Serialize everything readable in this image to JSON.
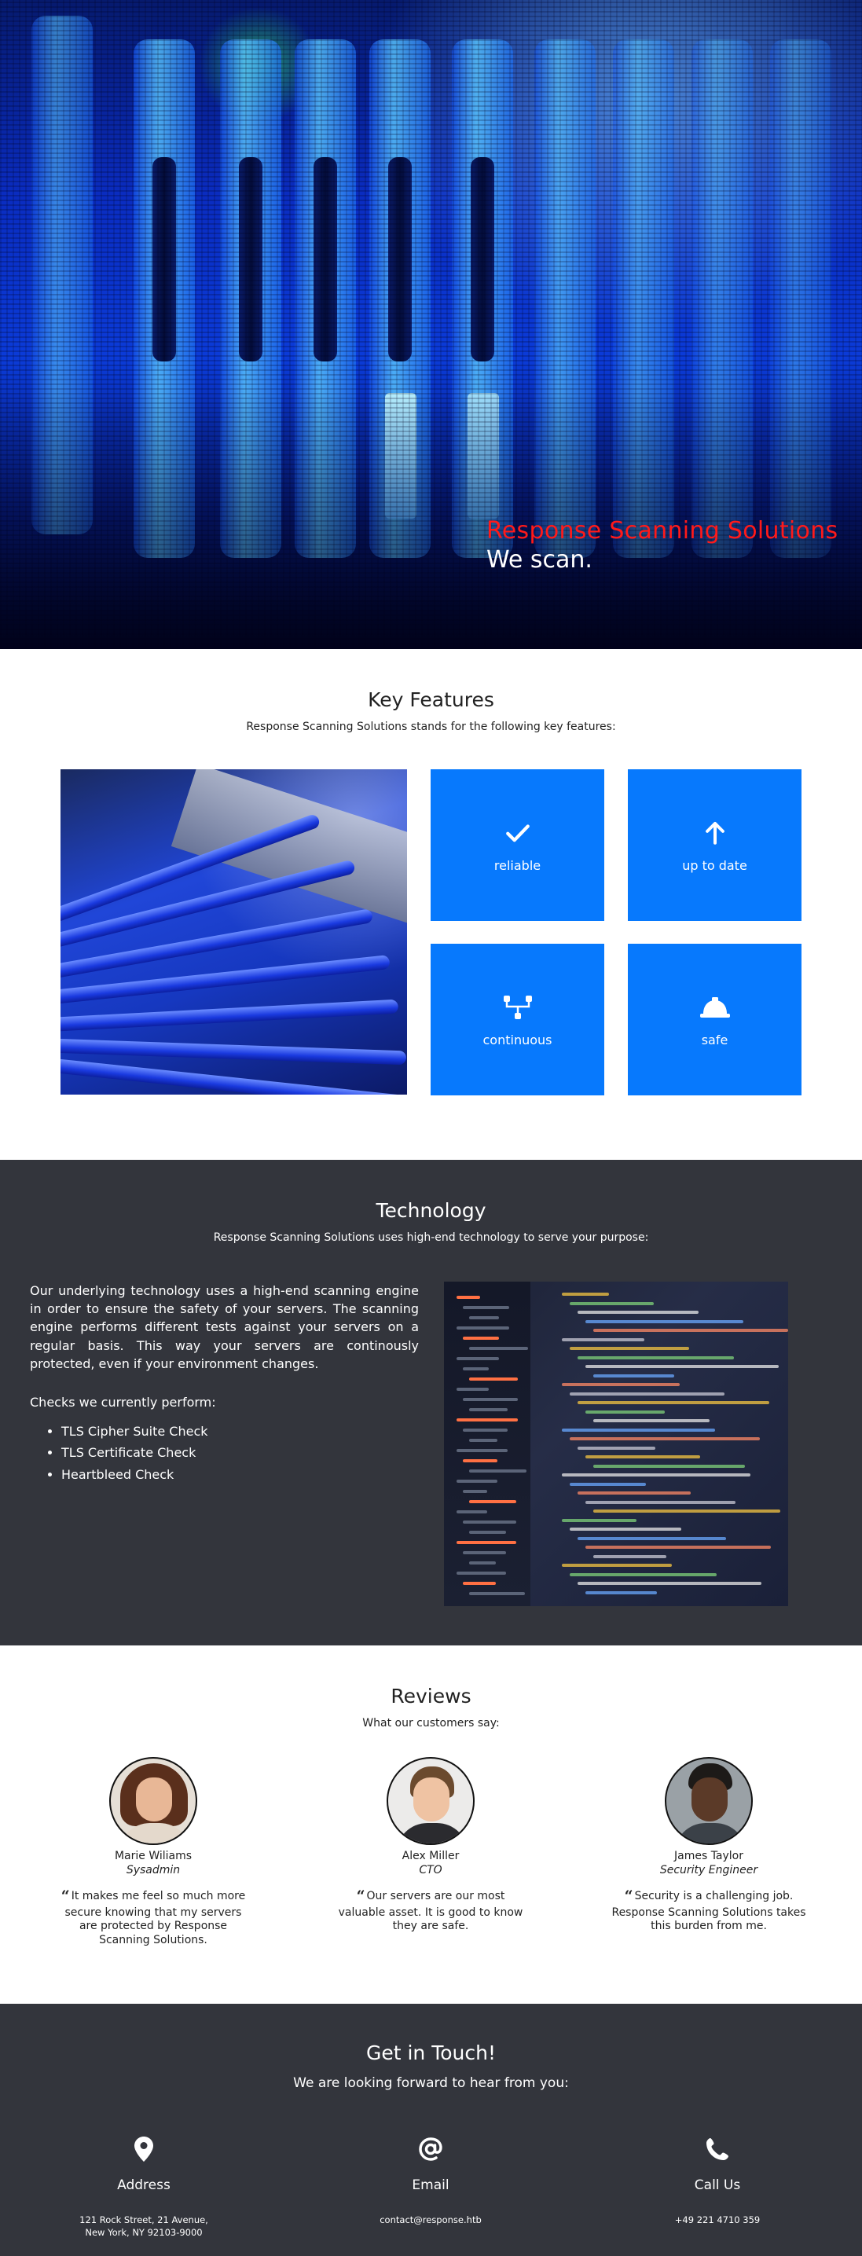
{
  "hero": {
    "title": "Response Scanning Solutions",
    "subtitle": "We scan."
  },
  "features": {
    "title": "Key Features",
    "subtitle": "Response Scanning Solutions stands for the following key features:",
    "tiles": [
      {
        "label": "reliable",
        "icon": "check-icon"
      },
      {
        "label": "up to date",
        "icon": "arrow-up-icon"
      },
      {
        "label": "continuous",
        "icon": "network-icon"
      },
      {
        "label": "safe",
        "icon": "hard-hat-icon"
      }
    ]
  },
  "technology": {
    "title": "Technology",
    "subtitle": "Response Scanning Solutions uses high-end technology to serve your purpose:",
    "paragraph": "Our underlying technology uses a high-end scanning engine in order to ensure the safety of your servers. The scanning engine performs different tests against your servers on a regular basis. This way your servers are continously protected, even if your environment changes.",
    "checks_intro": "Checks we currently perform:",
    "checks": [
      "TLS Cipher Suite Check",
      "TLS Certificate Check",
      "Heartbleed Check"
    ]
  },
  "reviews": {
    "title": "Reviews",
    "subtitle": "What our customers say:",
    "items": [
      {
        "name": "Marie Wiliams",
        "role": "Sysadmin",
        "quote": "It makes me feel so much more secure knowing that my servers are protected by Response Scanning Solutions."
      },
      {
        "name": "Alex Miller",
        "role": "CTO",
        "quote": "Our servers are our most valuable asset. It is good to know they are safe."
      },
      {
        "name": "James Taylor",
        "role": "Security Engineer",
        "quote": "Security is a challenging job. Response Scanning Solutions takes this burden from me."
      }
    ]
  },
  "contact": {
    "title": "Get in Touch!",
    "subtitle": "We are looking forward to hear from you:",
    "items": [
      {
        "label": "Address",
        "value": "121 Rock Street, 21 Avenue,\nNew York, NY 92103-9000",
        "icon": "map-pin-icon"
      },
      {
        "label": "Email",
        "value": "contact@response.htb",
        "icon": "at-icon"
      },
      {
        "label": "Call Us",
        "value": "+49 221 4710 359",
        "icon": "phone-icon"
      }
    ]
  },
  "colors": {
    "accent": "#0779fd",
    "dark": "#33353c",
    "hero_title": "#ff1a1a"
  }
}
